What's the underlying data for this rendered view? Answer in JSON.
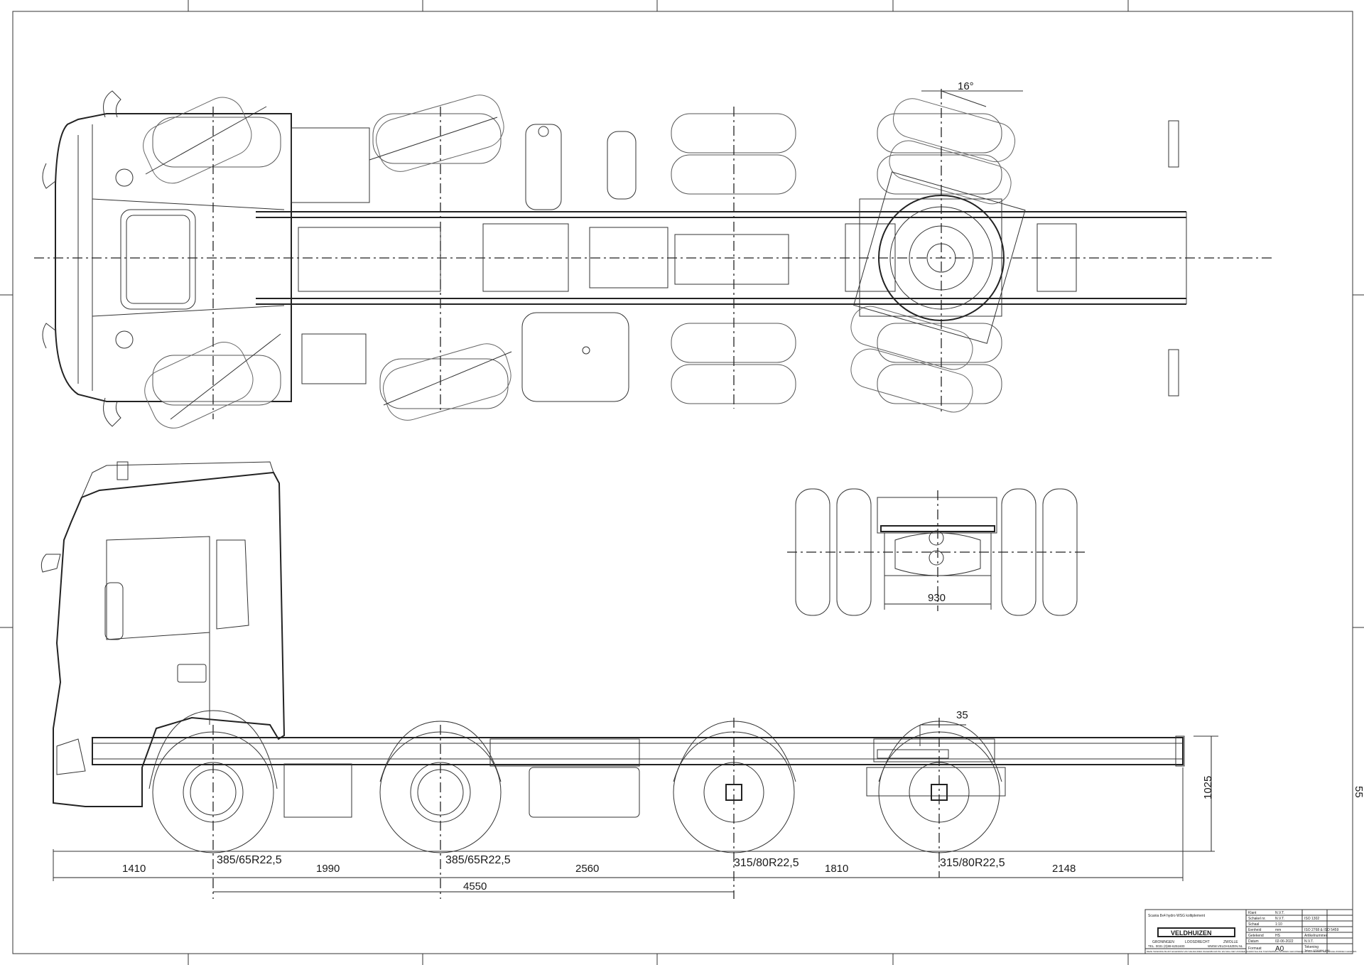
{
  "drawing": {
    "angle_label": "16°",
    "kingpin_offset_label": "35",
    "track_width_label": "930",
    "frame_height_label": "1025",
    "tire_labels": [
      "385/65R22,5",
      "385/65R22,5",
      "315/80R22,5",
      "315/80R22,5"
    ],
    "wheelbase_dims": [
      "1410",
      "1990",
      "2560",
      "1810",
      "2148"
    ],
    "total_dim": "4550",
    "side_number": "55"
  },
  "title_block": {
    "description": "Scania 8x4 hydro WSG koltiplement",
    "fields": [
      {
        "label": "Klant",
        "value": "N.V.T."
      },
      {
        "label": "Schakel nr.",
        "value": "N.V.T."
      },
      {
        "label": "Schaal",
        "value": "1:10"
      },
      {
        "label": "Eenheid",
        "value": "mm"
      },
      {
        "label": "Getekend",
        "value": "HS"
      },
      {
        "label": "Datum",
        "value": "02-06-2022"
      },
      {
        "label": "Formaat",
        "value": "A0"
      }
    ],
    "right_fields": [
      {
        "label": "",
        "value": "ISO 1302"
      },
      {
        "label": "",
        "value": "ISO 2768 & ISO 5459"
      },
      {
        "label": "Artikelnummer",
        "value": "N.V.T."
      },
      {
        "label": "Tekening",
        "value": "Teken-1231866-005"
      }
    ],
    "company": "VELDHUIZEN",
    "addresses": [
      "GRONINGEN",
      "LOOSDRECHT",
      "ZWOLLE"
    ],
    "phone": "TEL. 0031 (0)88-6251600",
    "website": "WWW.VELDHUIZEN.NL",
    "footer": "DEZE TEKENING BLIJFT EIGENDOM VAN VELDHUIZEN WAGENBOUW BV. EN MAG NIET ZONDER SCHRIFTELIJKE TOESTEMMING WORDEN GEKOPIEERD OF AAN DERDEN TER INZAGE WORDEN GEGEVEN."
  }
}
